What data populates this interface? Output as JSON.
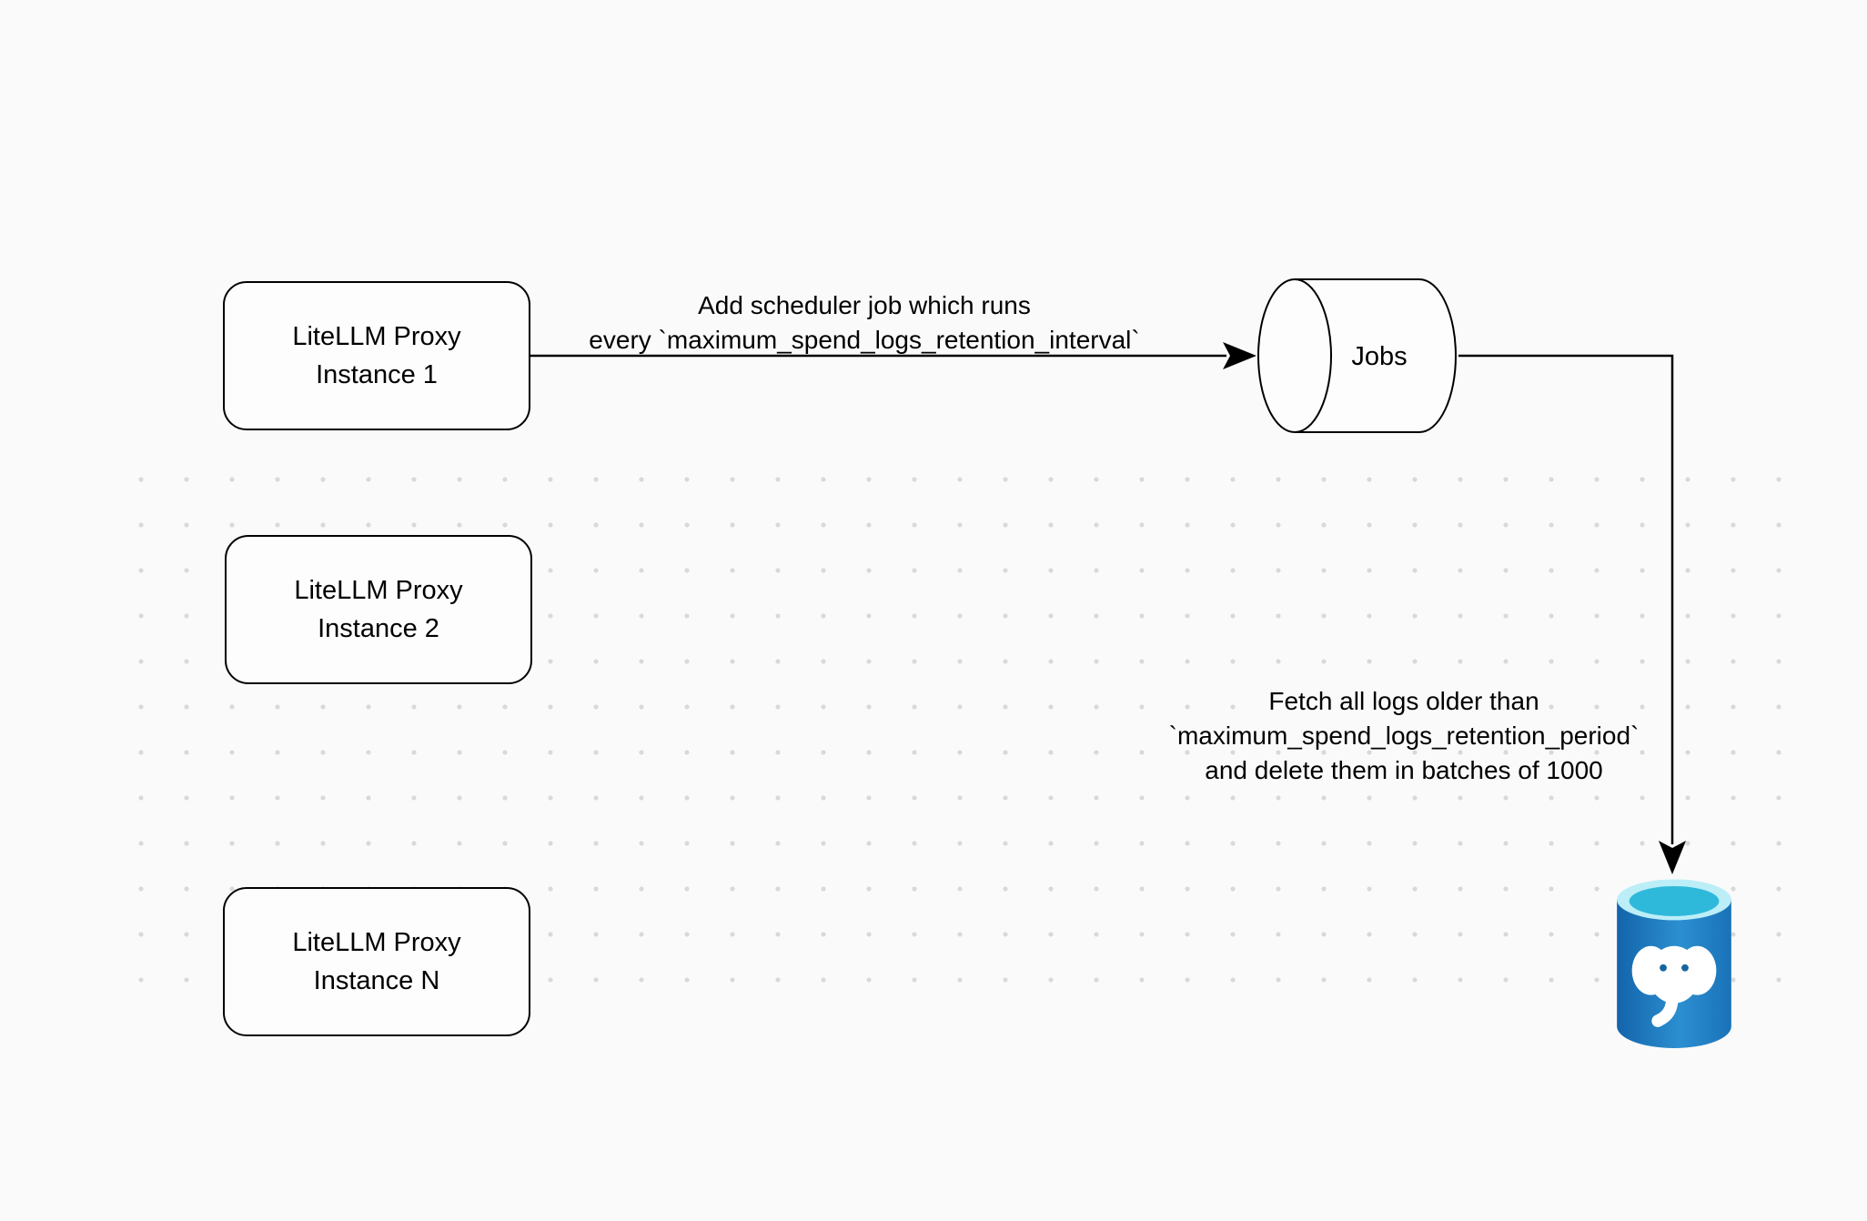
{
  "background": {
    "page_color": "#fafafa",
    "dot_color": "#d9d9d9"
  },
  "nodes": {
    "instance1": {
      "line1": "LiteLLM Proxy",
      "line2": "Instance 1"
    },
    "instance2": {
      "line1": "LiteLLM Proxy",
      "line2": "Instance 2"
    },
    "instance_n": {
      "line1": "LiteLLM Proxy",
      "line2": "Instance N"
    },
    "jobs": {
      "label": "Jobs"
    },
    "postgres_db": {
      "icon": "postgresql-database-icon"
    }
  },
  "edges": {
    "add_scheduler": {
      "line1": "Add scheduler job which runs",
      "line2": "every `maximum_spend_logs_retention_interval`"
    },
    "fetch_delete": {
      "line1": "Fetch all logs older than",
      "line2": "`maximum_spend_logs_retention_period`",
      "line3": "and delete them in batches of 1000"
    }
  },
  "colors": {
    "stroke": "#000000",
    "postgres_body_dark": "#1464ab",
    "postgres_body_light": "#2b8fd0",
    "postgres_top_rim": "#bceef8",
    "postgres_top_inner": "#2eb9da",
    "elephant": "#ffffff"
  }
}
